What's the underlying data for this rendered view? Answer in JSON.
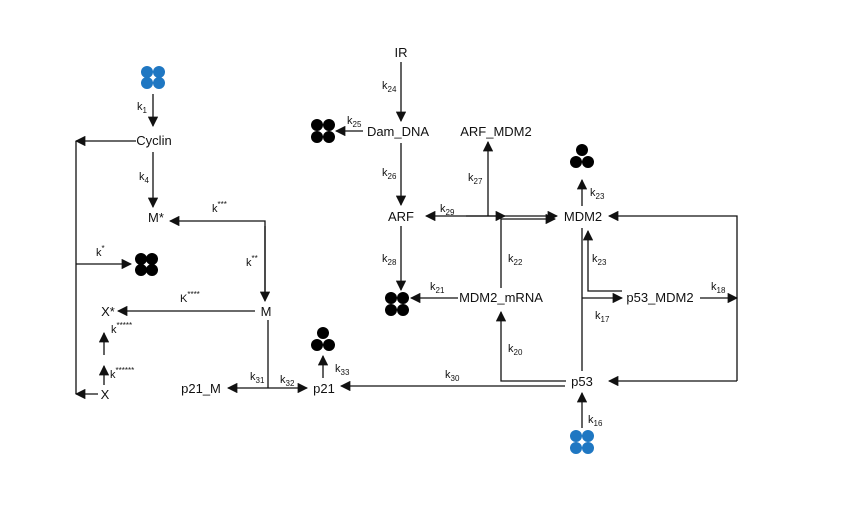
{
  "nodes": {
    "cyclin": "Cyclin",
    "m_star": "M*",
    "m": "M",
    "x_star": "X*",
    "x": "X",
    "p21_m": "p21_M",
    "p21": "p21",
    "ir": "IR",
    "dam_dna": "Dam_DNA",
    "arf_mdm2": "ARF_MDM2",
    "arf": "ARF",
    "mdm2": "MDM2",
    "mdm2_mrna": "MDM2_mRNA",
    "p53_mdm2": "p53_MDM2",
    "p53": "p53"
  },
  "rates": {
    "k1": {
      "base": "k",
      "sub": "1"
    },
    "k4": {
      "base": "k",
      "sub": "4"
    },
    "k3star": {
      "base": "k",
      "sup": "***"
    },
    "k2star": {
      "base": "k",
      "sup": "**"
    },
    "k1star": {
      "base": "k",
      "sup": "*"
    },
    "K4star": {
      "base": "K",
      "sup": "****"
    },
    "k5star": {
      "base": "k",
      "sup": "*****"
    },
    "k6star": {
      "base": "k",
      "sup": "******"
    },
    "k31": {
      "base": "k",
      "sub": "31"
    },
    "k32": {
      "base": "k",
      "sub": "32"
    },
    "k33": {
      "base": "k",
      "sub": "33"
    },
    "k30": {
      "base": "k",
      "sub": "30"
    },
    "k24": {
      "base": "k",
      "sub": "24"
    },
    "k25": {
      "base": "k",
      "sub": "25"
    },
    "k26": {
      "base": "k",
      "sub": "26"
    },
    "k27": {
      "base": "k",
      "sub": "27"
    },
    "k29": {
      "base": "k",
      "sub": "29"
    },
    "k28": {
      "base": "k",
      "sub": "28"
    },
    "k21": {
      "base": "k",
      "sub": "21"
    },
    "k22": {
      "base": "k",
      "sub": "22"
    },
    "k20": {
      "base": "k",
      "sub": "20"
    },
    "k23a": {
      "base": "k",
      "sub": "23"
    },
    "k23b": {
      "base": "k",
      "sub": "23"
    },
    "k17": {
      "base": "k",
      "sub": "17"
    },
    "k18": {
      "base": "k",
      "sub": "18"
    },
    "k16": {
      "base": "k",
      "sub": "16"
    }
  },
  "colors": {
    "source": "#1f77c2",
    "sink": "#000000",
    "line": "#111111"
  }
}
